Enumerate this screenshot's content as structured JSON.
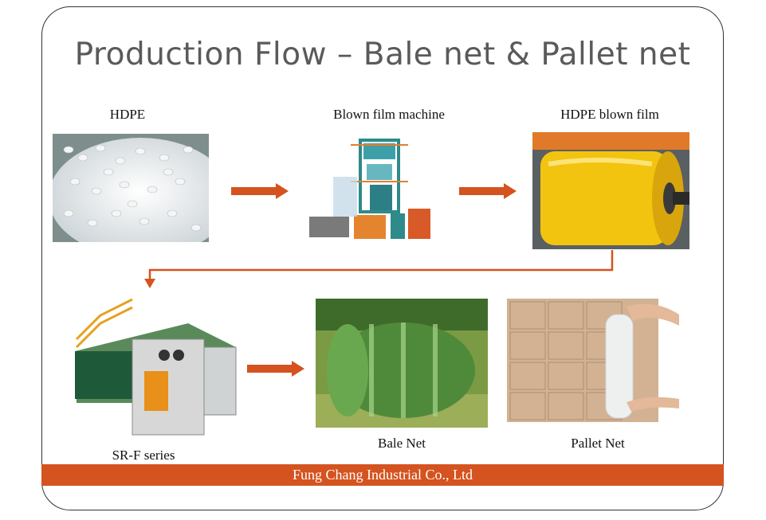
{
  "title": "Production Flow – Bale net & Pallet net",
  "steps": [
    {
      "label": "HDPE"
    },
    {
      "label": "Blown film machine"
    },
    {
      "label": "HDPE blown film"
    },
    {
      "label": "SR-F series"
    },
    {
      "label": "Bale Net"
    },
    {
      "label": "Pallet Net"
    }
  ],
  "footer": "Fung Chang Industrial Co., Ltd",
  "colors": {
    "accent": "#d4531f",
    "title": "#5a5a5a",
    "border": "#333333"
  }
}
